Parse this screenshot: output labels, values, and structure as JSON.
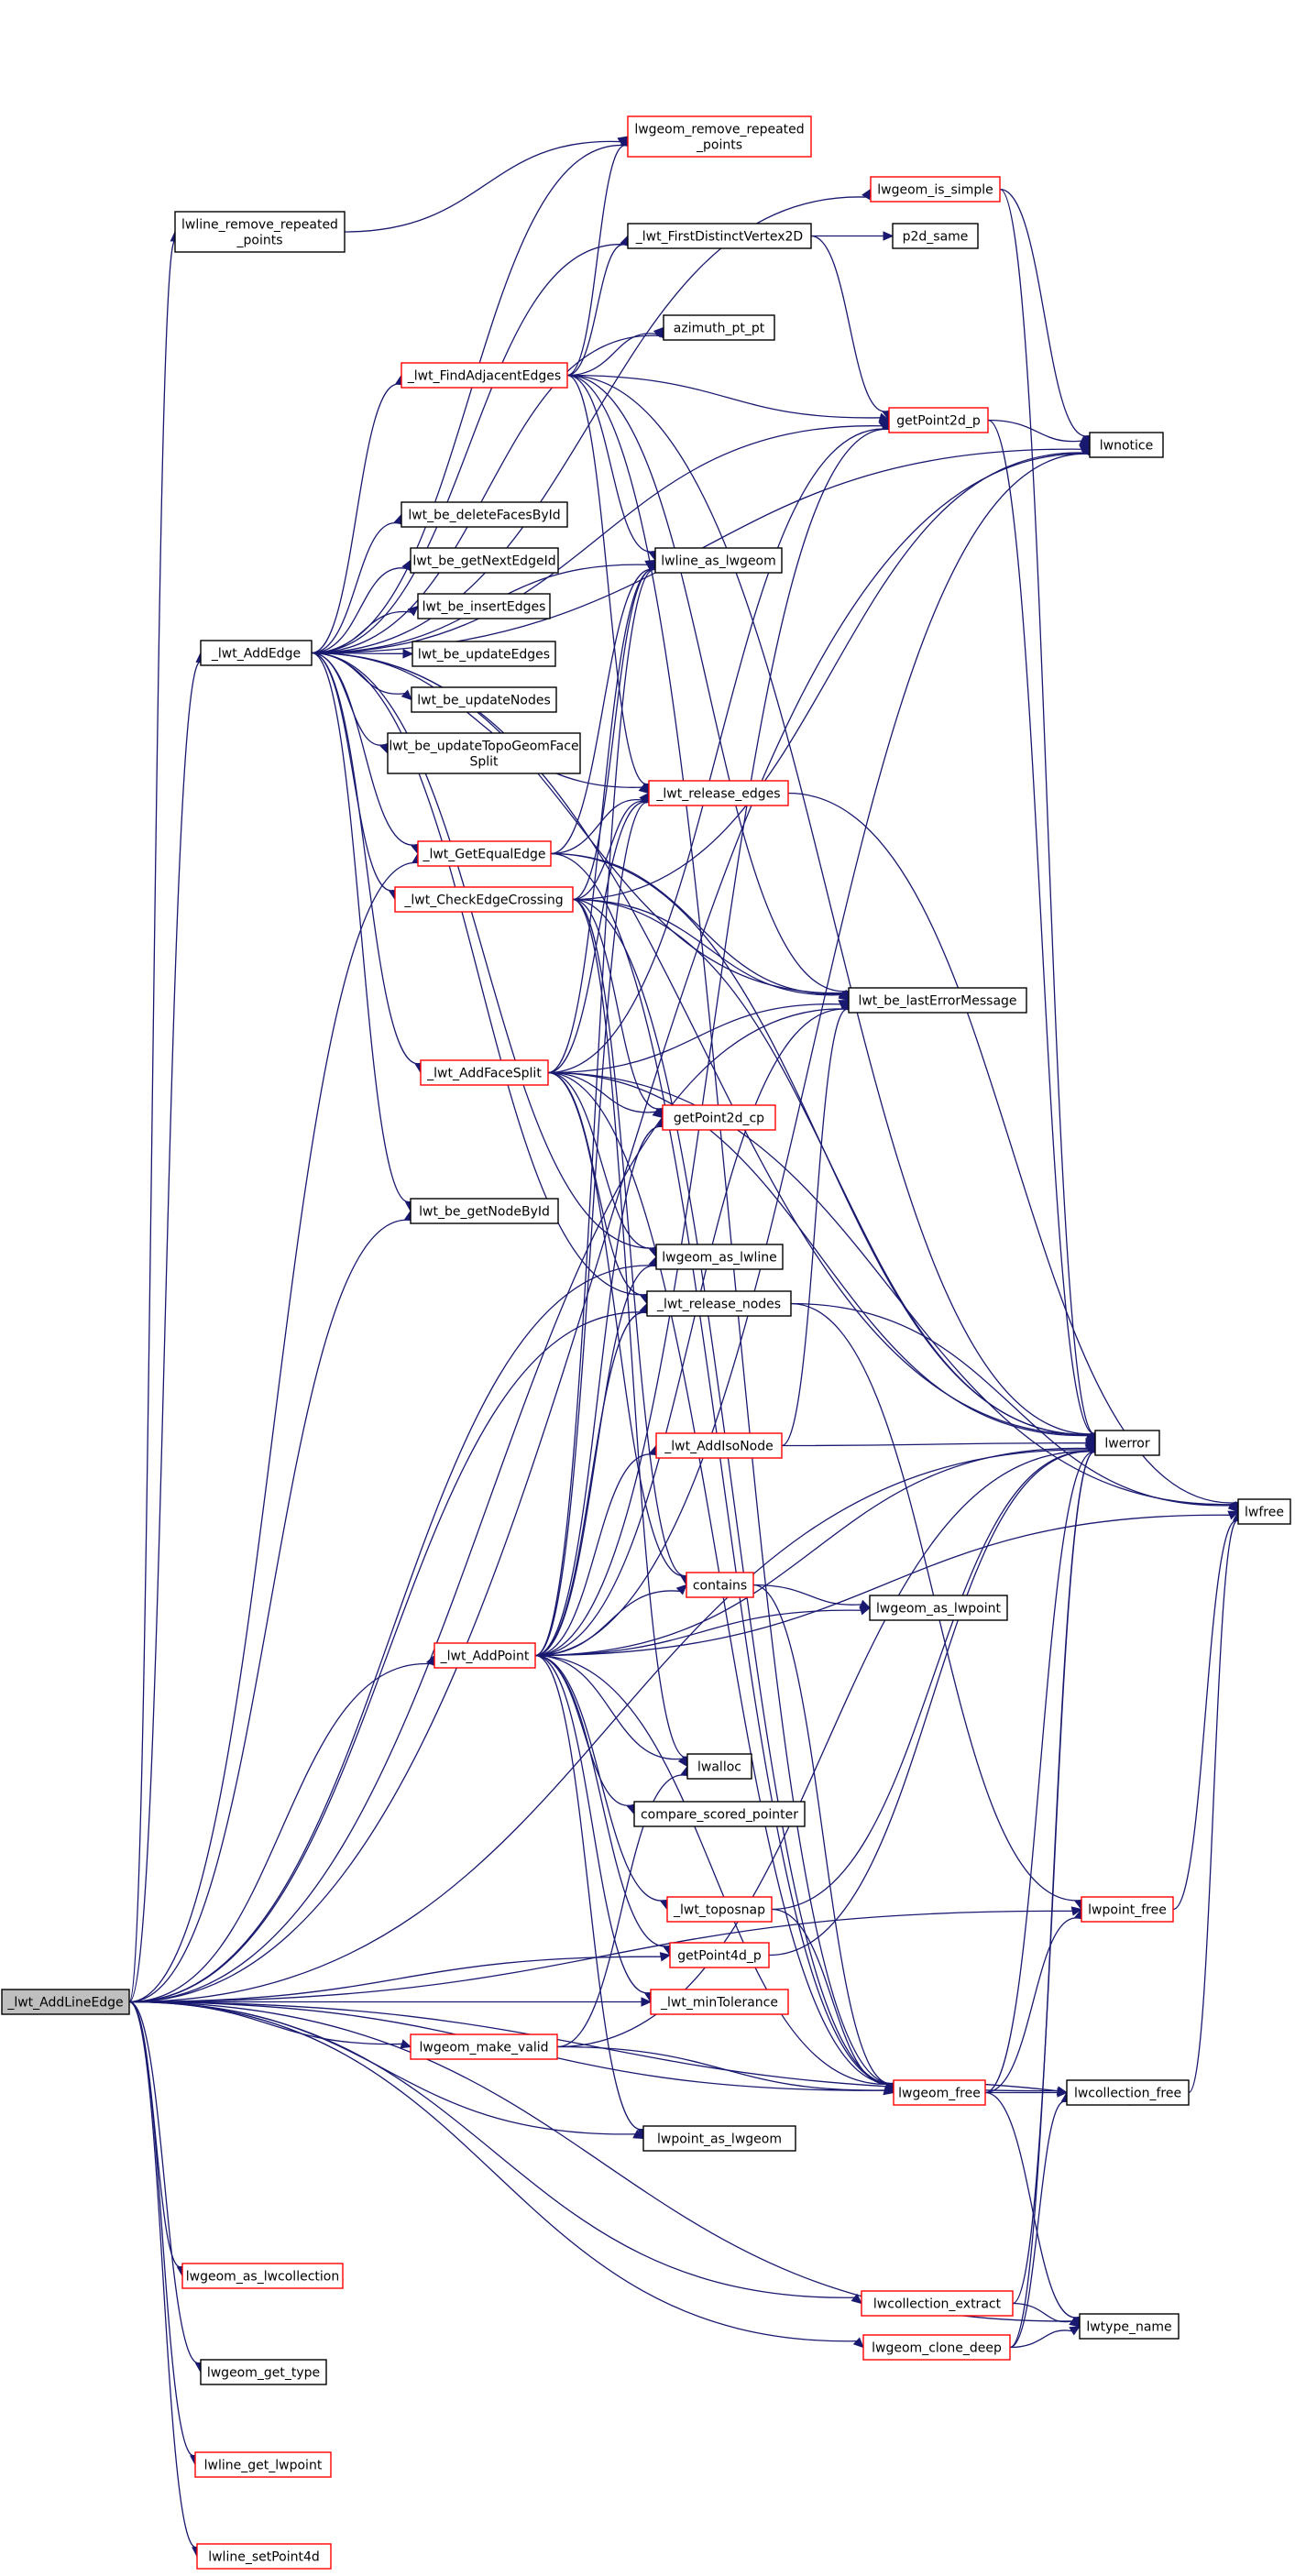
{
  "colors": {
    "edge": "#191970",
    "border_default": "#000000",
    "border_highlight": "#ff0000",
    "root_fill": "#bfbfbf"
  },
  "nodes": {
    "addLineEdge": {
      "lines": [
        "_lwt_AddLineEdge"
      ],
      "border": "black",
      "root": true
    },
    "lwline_remove_repeated_points": {
      "lines": [
        "lwline_remove_repeated",
        "_points"
      ],
      "border": "black"
    },
    "addEdge": {
      "lines": [
        "_lwt_AddEdge"
      ],
      "border": "black"
    },
    "lwgeom_remove_repeated_points": {
      "lines": [
        "lwgeom_remove_repeated",
        "_points"
      ],
      "border": "red"
    },
    "lwgeom_is_simple": {
      "lines": [
        "lwgeom_is_simple"
      ],
      "border": "red"
    },
    "firstDistinctVertex2D": {
      "lines": [
        "_lwt_FirstDistinctVertex2D"
      ],
      "border": "black"
    },
    "p2d_same": {
      "lines": [
        "p2d_same"
      ],
      "border": "black"
    },
    "azimuth_pt_pt": {
      "lines": [
        "azimuth_pt_pt"
      ],
      "border": "black"
    },
    "findAdjacentEdges": {
      "lines": [
        "_lwt_FindAdjacentEdges"
      ],
      "border": "red"
    },
    "getPoint2d_p": {
      "lines": [
        "getPoint2d_p"
      ],
      "border": "red"
    },
    "lwnotice": {
      "lines": [
        "lwnotice"
      ],
      "border": "black"
    },
    "deleteFacesById": {
      "lines": [
        "lwt_be_deleteFacesById"
      ],
      "border": "black"
    },
    "getNextEdgeId": {
      "lines": [
        "lwt_be_getNextEdgeId"
      ],
      "border": "black"
    },
    "lwline_as_lwgeom": {
      "lines": [
        "lwline_as_lwgeom"
      ],
      "border": "black"
    },
    "insertEdges": {
      "lines": [
        "lwt_be_insertEdges"
      ],
      "border": "black"
    },
    "updateEdges": {
      "lines": [
        "lwt_be_updateEdges"
      ],
      "border": "black"
    },
    "updateNodes": {
      "lines": [
        "lwt_be_updateNodes"
      ],
      "border": "black"
    },
    "updateTopoGeomFaceSplit": {
      "lines": [
        "lwt_be_updateTopoGeomFace",
        "Split"
      ],
      "border": "black"
    },
    "releaseEdges": {
      "lines": [
        "_lwt_release_edges"
      ],
      "border": "red"
    },
    "getEqualEdge": {
      "lines": [
        "_lwt_GetEqualEdge"
      ],
      "border": "red"
    },
    "checkEdgeCrossing": {
      "lines": [
        "_lwt_CheckEdgeCrossing"
      ],
      "border": "red"
    },
    "lastErrorMessage": {
      "lines": [
        "lwt_be_lastErrorMessage"
      ],
      "border": "black"
    },
    "addFaceSplit": {
      "lines": [
        "_lwt_AddFaceSplit"
      ],
      "border": "red"
    },
    "getPoint2d_cp": {
      "lines": [
        "getPoint2d_cp"
      ],
      "border": "red"
    },
    "getNodeById": {
      "lines": [
        "lwt_be_getNodeById"
      ],
      "border": "black"
    },
    "lwgeom_as_lwline": {
      "lines": [
        "lwgeom_as_lwline"
      ],
      "border": "black"
    },
    "releaseNodes": {
      "lines": [
        "_lwt_release_nodes"
      ],
      "border": "black"
    },
    "lwerror": {
      "lines": [
        "lwerror"
      ],
      "border": "black"
    },
    "addIsoNode": {
      "lines": [
        "_lwt_AddIsoNode"
      ],
      "border": "red"
    },
    "lwfree": {
      "lines": [
        "lwfree"
      ],
      "border": "black"
    },
    "contains": {
      "lines": [
        "contains"
      ],
      "border": "red"
    },
    "lwgeom_as_lwpoint": {
      "lines": [
        "lwgeom_as_lwpoint"
      ],
      "border": "black"
    },
    "addPoint": {
      "lines": [
        "_lwt_AddPoint"
      ],
      "border": "red"
    },
    "lwalloc": {
      "lines": [
        "lwalloc"
      ],
      "border": "black"
    },
    "compare_scored_pointer": {
      "lines": [
        "compare_scored_pointer"
      ],
      "border": "black"
    },
    "toposnap": {
      "lines": [
        "_lwt_toposnap"
      ],
      "border": "red"
    },
    "lwpoint_free": {
      "lines": [
        "lwpoint_free"
      ],
      "border": "red"
    },
    "getPoint4d_p": {
      "lines": [
        "getPoint4d_p"
      ],
      "border": "red"
    },
    "minTolerance": {
      "lines": [
        "_lwt_minTolerance"
      ],
      "border": "red"
    },
    "lwgeom_make_valid": {
      "lines": [
        "lwgeom_make_valid"
      ],
      "border": "red"
    },
    "lwgeom_free": {
      "lines": [
        "lwgeom_free"
      ],
      "border": "red"
    },
    "lwcollection_free": {
      "lines": [
        "lwcollection_free"
      ],
      "border": "black"
    },
    "lwpoint_as_lwgeom": {
      "lines": [
        "lwpoint_as_lwgeom"
      ],
      "border": "black"
    },
    "lwgeom_as_lwcollection": {
      "lines": [
        "lwgeom_as_lwcollection"
      ],
      "border": "red"
    },
    "lwcollection_extract": {
      "lines": [
        "lwcollection_extract"
      ],
      "border": "red"
    },
    "lwtype_name": {
      "lines": [
        "lwtype_name"
      ],
      "border": "black"
    },
    "lwgeom_get_type": {
      "lines": [
        "lwgeom_get_type"
      ],
      "border": "black"
    },
    "lwgeom_clone_deep": {
      "lines": [
        "lwgeom_clone_deep"
      ],
      "border": "red"
    },
    "lwline_get_lwpoint": {
      "lines": [
        "lwline_get_lwpoint"
      ],
      "border": "red"
    },
    "lwline_setPoint4d": {
      "lines": [
        "lwline_setPoint4d"
      ],
      "border": "red"
    }
  },
  "edges": [
    [
      "addLineEdge",
      "lwline_remove_repeated_points"
    ],
    [
      "addLineEdge",
      "addEdge"
    ],
    [
      "addLineEdge",
      "lwnotice"
    ],
    [
      "addLineEdge",
      "getEqualEdge"
    ],
    [
      "addLineEdge",
      "lastErrorMessage"
    ],
    [
      "addLineEdge",
      "getNodeById"
    ],
    [
      "addLineEdge",
      "lwgeom_as_lwline"
    ],
    [
      "addLineEdge",
      "releaseNodes"
    ],
    [
      "addLineEdge",
      "lwerror"
    ],
    [
      "addLineEdge",
      "addPoint"
    ],
    [
      "addLineEdge",
      "getPoint4d_p"
    ],
    [
      "addLineEdge",
      "minTolerance"
    ],
    [
      "addLineEdge",
      "lwgeom_make_valid"
    ],
    [
      "addLineEdge",
      "lwgeom_free"
    ],
    [
      "addLineEdge",
      "lwpoint_as_lwgeom"
    ],
    [
      "addLineEdge",
      "lwgeom_as_lwcollection"
    ],
    [
      "addLineEdge",
      "lwcollection_extract"
    ],
    [
      "addLineEdge",
      "lwgeom_get_type"
    ],
    [
      "addLineEdge",
      "lwgeom_clone_deep"
    ],
    [
      "addLineEdge",
      "lwline_get_lwpoint"
    ],
    [
      "addLineEdge",
      "lwline_setPoint4d"
    ],
    [
      "addLineEdge",
      "lwtype_name"
    ],
    [
      "addLineEdge",
      "lwcollection_free"
    ],
    [
      "addLineEdge",
      "lwpoint_free"
    ],
    [
      "lwline_remove_repeated_points",
      "lwgeom_remove_repeated_points"
    ],
    [
      "addEdge",
      "lwgeom_remove_repeated_points"
    ],
    [
      "addEdge",
      "lwgeom_is_simple"
    ],
    [
      "addEdge",
      "firstDistinctVertex2D"
    ],
    [
      "addEdge",
      "azimuth_pt_pt"
    ],
    [
      "addEdge",
      "findAdjacentEdges"
    ],
    [
      "addEdge",
      "getPoint2d_p"
    ],
    [
      "addEdge",
      "deleteFacesById"
    ],
    [
      "addEdge",
      "getNextEdgeId"
    ],
    [
      "addEdge",
      "lwline_as_lwgeom"
    ],
    [
      "addEdge",
      "insertEdges"
    ],
    [
      "addEdge",
      "updateEdges"
    ],
    [
      "addEdge",
      "updateNodes"
    ],
    [
      "addEdge",
      "updateTopoGeomFaceSplit"
    ],
    [
      "addEdge",
      "releaseEdges"
    ],
    [
      "addEdge",
      "getEqualEdge"
    ],
    [
      "addEdge",
      "checkEdgeCrossing"
    ],
    [
      "addEdge",
      "lastErrorMessage"
    ],
    [
      "addEdge",
      "addFaceSplit"
    ],
    [
      "addEdge",
      "getNodeById"
    ],
    [
      "addEdge",
      "lwgeom_as_lwline"
    ],
    [
      "addEdge",
      "releaseNodes"
    ],
    [
      "addEdge",
      "lwerror"
    ],
    [
      "addEdge",
      "lwnotice"
    ],
    [
      "lwgeom_is_simple",
      "lwnotice"
    ],
    [
      "lwgeom_is_simple",
      "lwerror"
    ],
    [
      "firstDistinctVertex2D",
      "p2d_same"
    ],
    [
      "firstDistinctVertex2D",
      "getPoint2d_p"
    ],
    [
      "findAdjacentEdges",
      "lwgeom_remove_repeated_points"
    ],
    [
      "findAdjacentEdges",
      "firstDistinctVertex2D"
    ],
    [
      "findAdjacentEdges",
      "azimuth_pt_pt"
    ],
    [
      "findAdjacentEdges",
      "getPoint2d_p"
    ],
    [
      "findAdjacentEdges",
      "lwline_as_lwgeom"
    ],
    [
      "findAdjacentEdges",
      "releaseEdges"
    ],
    [
      "findAdjacentEdges",
      "lastErrorMessage"
    ],
    [
      "findAdjacentEdges",
      "lwerror"
    ],
    [
      "findAdjacentEdges",
      "lwgeom_free"
    ],
    [
      "getPoint2d_p",
      "lwnotice"
    ],
    [
      "getPoint2d_p",
      "lwerror"
    ],
    [
      "getEqualEdge",
      "lwline_as_lwgeom"
    ],
    [
      "getEqualEdge",
      "releaseEdges"
    ],
    [
      "getEqualEdge",
      "lastErrorMessage"
    ],
    [
      "getEqualEdge",
      "lwerror"
    ],
    [
      "getEqualEdge",
      "lwgeom_free"
    ],
    [
      "checkEdgeCrossing",
      "lwline_as_lwgeom"
    ],
    [
      "checkEdgeCrossing",
      "releaseEdges"
    ],
    [
      "checkEdgeCrossing",
      "lastErrorMessage"
    ],
    [
      "checkEdgeCrossing",
      "getPoint2d_cp"
    ],
    [
      "checkEdgeCrossing",
      "lwerror"
    ],
    [
      "checkEdgeCrossing",
      "lwnotice"
    ],
    [
      "checkEdgeCrossing",
      "contains"
    ],
    [
      "checkEdgeCrossing",
      "lwalloc"
    ],
    [
      "checkEdgeCrossing",
      "lwgeom_free"
    ],
    [
      "addFaceSplit",
      "lwline_as_lwgeom"
    ],
    [
      "addFaceSplit",
      "releaseEdges"
    ],
    [
      "addFaceSplit",
      "lastErrorMessage"
    ],
    [
      "addFaceSplit",
      "getPoint2d_cp"
    ],
    [
      "addFaceSplit",
      "getPoint2d_p"
    ],
    [
      "addFaceSplit",
      "lwgeom_as_lwline"
    ],
    [
      "addFaceSplit",
      "releaseNodes"
    ],
    [
      "addFaceSplit",
      "lwerror"
    ],
    [
      "addFaceSplit",
      "lwfree"
    ],
    [
      "addFaceSplit",
      "contains"
    ],
    [
      "addFaceSplit",
      "lwgeom_free"
    ],
    [
      "releaseEdges",
      "lwfree"
    ],
    [
      "releaseNodes",
      "lwfree"
    ],
    [
      "releaseNodes",
      "lwpoint_free"
    ],
    [
      "addIsoNode",
      "lwerror"
    ],
    [
      "addIsoNode",
      "lastErrorMessage"
    ],
    [
      "contains",
      "lwgeom_as_lwpoint"
    ],
    [
      "contains",
      "lwgeom_free"
    ],
    [
      "addPoint",
      "getPoint2d_cp"
    ],
    [
      "addPoint",
      "lwgeom_as_lwline"
    ],
    [
      "addPoint",
      "releaseNodes"
    ],
    [
      "addPoint",
      "lastErrorMessage"
    ],
    [
      "addPoint",
      "lwline_as_lwgeom"
    ],
    [
      "addPoint",
      "releaseEdges"
    ],
    [
      "addPoint",
      "lwnotice"
    ],
    [
      "addPoint",
      "addIsoNode"
    ],
    [
      "addPoint",
      "contains"
    ],
    [
      "addPoint",
      "lwgeom_as_lwpoint"
    ],
    [
      "addPoint",
      "lwerror"
    ],
    [
      "addPoint",
      "lwfree"
    ],
    [
      "addPoint",
      "lwalloc"
    ],
    [
      "addPoint",
      "compare_scored_pointer"
    ],
    [
      "addPoint",
      "toposnap"
    ],
    [
      "addPoint",
      "getPoint4d_p"
    ],
    [
      "addPoint",
      "minTolerance"
    ],
    [
      "addPoint",
      "lwgeom_free"
    ],
    [
      "addPoint",
      "lwpoint_as_lwgeom"
    ],
    [
      "addPoint",
      "getPoint2d_p"
    ],
    [
      "toposnap",
      "lwerror"
    ],
    [
      "toposnap",
      "lwgeom_free"
    ],
    [
      "getPoint4d_p",
      "lwerror"
    ],
    [
      "lwgeom_make_valid",
      "lwalloc"
    ],
    [
      "lwgeom_make_valid",
      "lwgeom_free"
    ],
    [
      "lwgeom_make_valid",
      "lwerror"
    ],
    [
      "lwgeom_free",
      "lwcollection_free"
    ],
    [
      "lwgeom_free",
      "lwpoint_free"
    ],
    [
      "lwgeom_free",
      "lwtype_name"
    ],
    [
      "lwgeom_free",
      "lwerror"
    ],
    [
      "lwcollection_free",
      "lwgeom_free"
    ],
    [
      "lwcollection_free",
      "lwfree"
    ],
    [
      "lwpoint_free",
      "lwfree"
    ],
    [
      "lwcollection_extract",
      "lwerror"
    ],
    [
      "lwcollection_extract",
      "lwtype_name"
    ],
    [
      "lwgeom_clone_deep",
      "lwerror"
    ],
    [
      "lwgeom_clone_deep",
      "lwtype_name"
    ],
    [
      "lwgeom_clone_deep",
      "lwcollection_free"
    ]
  ]
}
